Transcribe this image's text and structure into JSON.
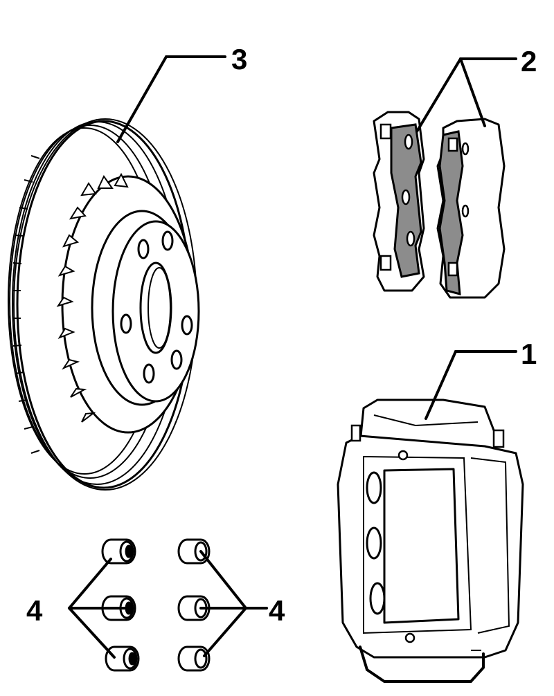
{
  "labels": {
    "caliper": "1",
    "pads": "2",
    "disc": "3",
    "bushings_left": "4",
    "bushings_right": "4"
  },
  "colors": {
    "ink": "#000000",
    "pad_lining": "#8c8c8c",
    "background": "#ffffff"
  }
}
